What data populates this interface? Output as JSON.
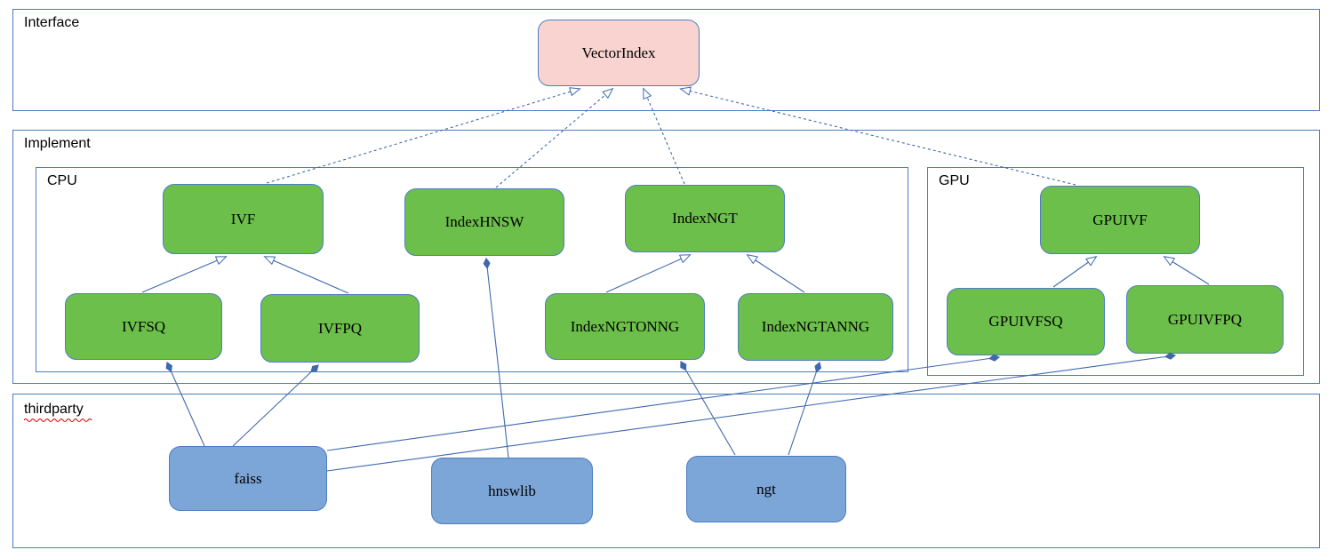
{
  "containers": {
    "interface": "Interface",
    "implement": "Implement",
    "cpu": "CPU",
    "gpu": "GPU",
    "thirdparty": "thirdparty"
  },
  "nodes": {
    "vectorIndex": "VectorIndex",
    "ivf": "IVF",
    "indexHNSW": "IndexHNSW",
    "indexNGT": "IndexNGT",
    "gpuivf": "GPUIVF",
    "ivfsq": "IVFSQ",
    "ivfpq": "IVFPQ",
    "indexNGTONNG": "IndexNGTONNG",
    "indexNGTANNG": "IndexNGTANNG",
    "gpuivfsq": "GPUIVFSQ",
    "gpuivfpq": "GPUIVFPQ",
    "faiss": "faiss",
    "hnswlib": "hnswlib",
    "ngt": "ngt"
  },
  "relationships": [
    {
      "from": "IVF",
      "to": "VectorIndex",
      "type": "realization"
    },
    {
      "from": "IndexHNSW",
      "to": "VectorIndex",
      "type": "realization"
    },
    {
      "from": "IndexNGT",
      "to": "VectorIndex",
      "type": "realization"
    },
    {
      "from": "GPUIVF",
      "to": "VectorIndex",
      "type": "realization"
    },
    {
      "from": "IVFSQ",
      "to": "IVF",
      "type": "generalization"
    },
    {
      "from": "IVFPQ",
      "to": "IVF",
      "type": "generalization"
    },
    {
      "from": "IndexNGTONNG",
      "to": "IndexNGT",
      "type": "generalization"
    },
    {
      "from": "IndexNGTANNG",
      "to": "IndexNGT",
      "type": "generalization"
    },
    {
      "from": "GPUIVFSQ",
      "to": "GPUIVF",
      "type": "generalization"
    },
    {
      "from": "GPUIVFPQ",
      "to": "GPUIVF",
      "type": "generalization"
    },
    {
      "from": "faiss",
      "to": "IVFSQ",
      "type": "composition"
    },
    {
      "from": "faiss",
      "to": "IVFPQ",
      "type": "composition"
    },
    {
      "from": "faiss",
      "to": "GPUIVFSQ",
      "type": "composition"
    },
    {
      "from": "faiss",
      "to": "GPUIVFPQ",
      "type": "composition"
    },
    {
      "from": "hnswlib",
      "to": "IndexHNSW",
      "type": "composition"
    },
    {
      "from": "ngt",
      "to": "IndexNGTONNG",
      "type": "composition"
    },
    {
      "from": "ngt",
      "to": "IndexNGTANNG",
      "type": "composition"
    }
  ],
  "colors": {
    "interface_node_fill": "#f8d3d0",
    "implement_node_fill": "#6cbf4b",
    "thirdparty_node_fill": "#7ca5d8",
    "node_border": "#4e7ec0",
    "container_border": "#4d7cc0",
    "edge": "#3f69ae",
    "spellcheck_underline": "#e00000",
    "text": "#000000",
    "background": "#ffffff"
  }
}
